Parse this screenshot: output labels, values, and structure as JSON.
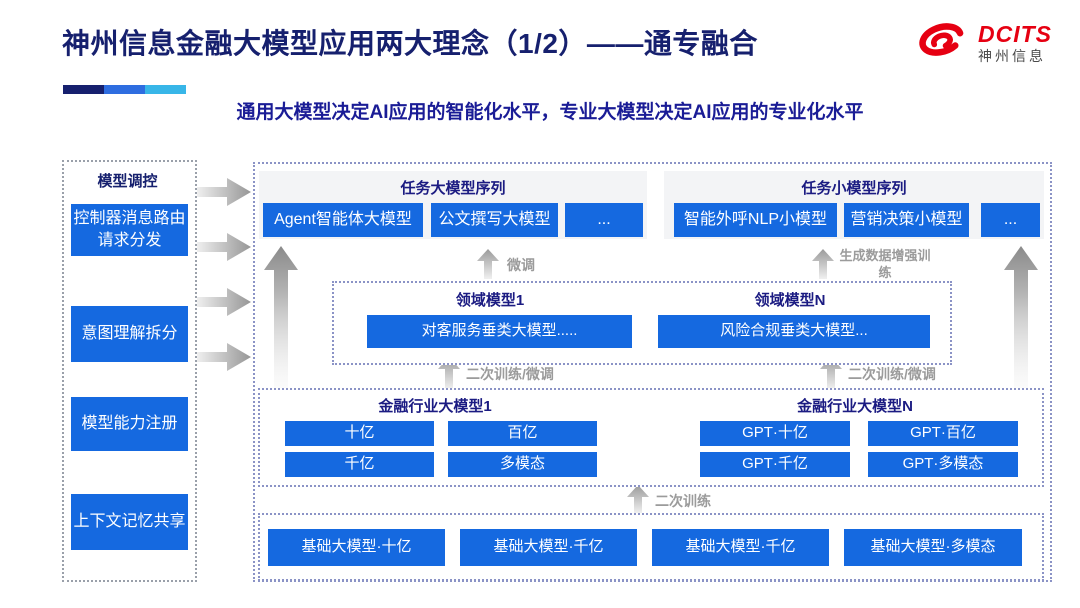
{
  "page": {
    "title": "神州信息金融大模型应用两大理念（1/2）——通专融合",
    "subtitle": "通用大模型决定AI应用的智能化水平，专业大模型决定AI应用的专业化水平"
  },
  "logo": {
    "brand": "DCITS",
    "brand_cn": "神州信息"
  },
  "sidebar": {
    "header": "模型调控",
    "items": [
      "控制器消息路由请求分发",
      "意图理解拆分",
      "模型能力注册",
      "上下文记忆共享"
    ]
  },
  "top_panels": [
    {
      "title": "任务大模型序列",
      "boxes": [
        "Agent智能体大模型",
        "公文撰写大模型",
        "..."
      ]
    },
    {
      "title": "任务小模型序列",
      "boxes": [
        "智能外呼NLP小模型",
        "营销决策小模型",
        "..."
      ]
    }
  ],
  "domain_panels": [
    {
      "title": "领域模型1",
      "box": "对客服务垂类大模型....."
    },
    {
      "title": "领域模型N",
      "box": "风险合规垂类大模型..."
    }
  ],
  "industry_panels": [
    {
      "title": "金融行业大模型1",
      "chips": [
        "十亿",
        "百亿",
        "千亿",
        "多模态"
      ]
    },
    {
      "title": "金融行业大模型N",
      "chips": [
        "GPT·十亿",
        "GPT·百亿",
        "GPT·千亿",
        "GPT·多模态"
      ]
    }
  ],
  "base_models": [
    "基础大模型·十亿",
    "基础大模型·千亿",
    "基础大模型·千亿",
    "基础大模型·多模态"
  ],
  "labels": {
    "finetune": "微调",
    "gen_data_training": "生成数据增强训练",
    "secondary_training_finetune": "二次训练/微调",
    "secondary_training": "二次训练"
  },
  "colors": {
    "accent_blue": "#1569e0",
    "title_navy": "#16206e",
    "subtitle_navy": "#1a1c96",
    "brand_red": "#e60012",
    "bar_segments": [
      "#16206e",
      "#2e6de0",
      "#38b6e8"
    ],
    "label_gray": "#9b9b9b"
  }
}
